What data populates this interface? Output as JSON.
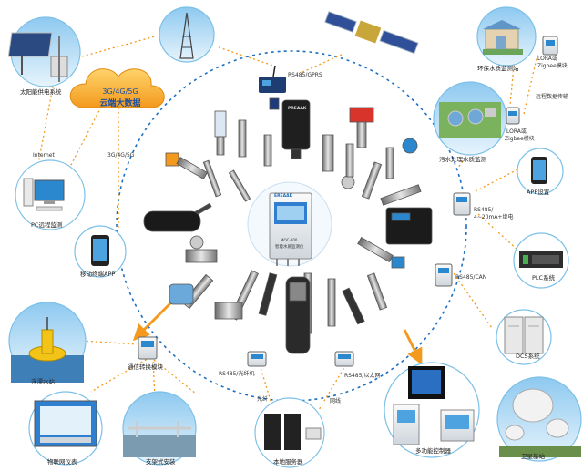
{
  "labels": {
    "solar": "太阳能供电系统",
    "cloud_line1": "3G/4G/5G",
    "cloud_line2": "云端大数据",
    "internet": "Internet",
    "g345": "3G/4G/5G",
    "pc": "PC远程监测",
    "app_mobile": "移动终端APP",
    "rs485_gprs": "RS485/GPRS",
    "env_station": "环保水质监测站",
    "lora1": "LORA或",
    "zigbee1": "Zigbee模块",
    "remote": "远程数据传输",
    "sewage": "污水处理水质监测",
    "lora2": "LORA或",
    "zigbee2": "Zigbee模块",
    "app_set": "APP设置",
    "rs485_4_20_l1": "RS485/",
    "rs485_4_20_l2": "4~20mA+继电",
    "plc": "PLC系统",
    "rs485_can": "RS485/CAN",
    "dcs": "DCS系统",
    "buoy": "浮漂水站",
    "converter": "通信转换模块",
    "iot": "物联网仪表",
    "bracket": "支架式安装",
    "rs485_fiber": "RS485/光纤机",
    "fiber": "光纤",
    "rs485_eth": "RS485/以太网",
    "network": "网线",
    "server": "本地服务器",
    "multi": "多功能控制器",
    "satellite": "卫星基站",
    "center_brand": "EREAAK",
    "center_model": "MOC-200",
    "center_name": "智能水质监测仪",
    "probe_brand": "PREAAK"
  },
  "colors": {
    "blue_accent": "#1a8fd6",
    "orange_arrow": "#f39a1e",
    "dashed_circle": "#1d6fc2",
    "cloud": "#f6a623"
  }
}
